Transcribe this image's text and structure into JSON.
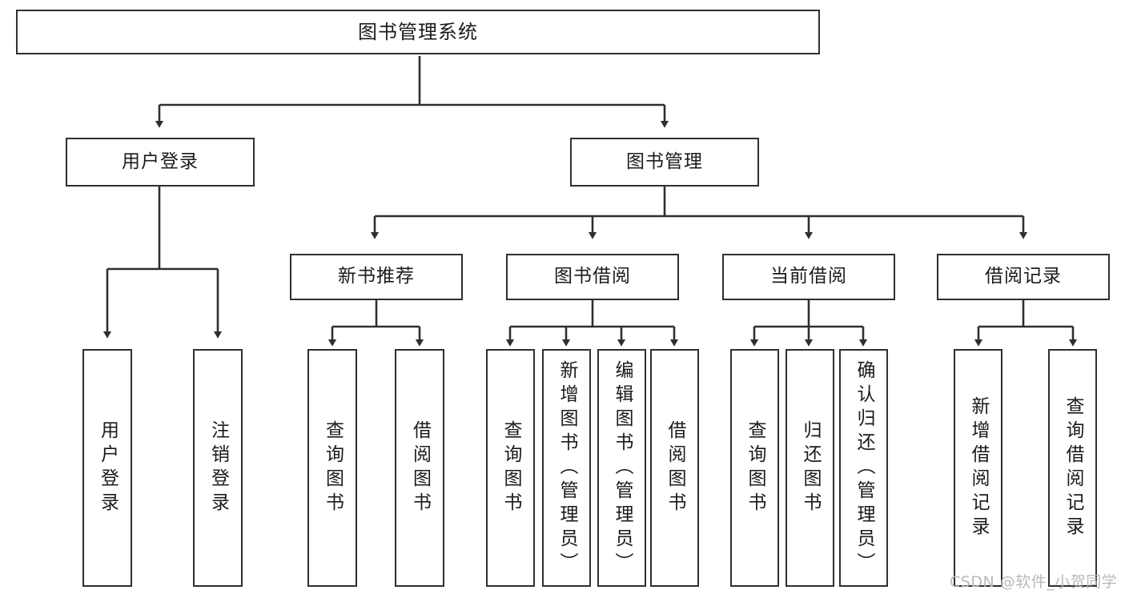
{
  "diagram": {
    "type": "tree-hierarchy",
    "title": "图书管理系统",
    "watermark": "CSDN @软件_小贺同学",
    "colors": {
      "stroke": "#2f2f2f",
      "fill": "#ffffff",
      "text": "#1b1b1b",
      "watermark": "#b9b9b9"
    },
    "levels": {
      "root": {
        "label": "图书管理系统"
      },
      "level2": [
        {
          "label": "用户登录"
        },
        {
          "label": "图书管理"
        }
      ],
      "level3": [
        {
          "label": "新书推荐"
        },
        {
          "label": "图书借阅"
        },
        {
          "label": "当前借阅"
        },
        {
          "label": "借阅记录"
        }
      ]
    },
    "leaves": {
      "user_login": [
        {
          "label": "用户登录"
        },
        {
          "label": "注销登录"
        }
      ],
      "new_book_recommend": [
        {
          "label": "查询图书"
        },
        {
          "label": "借阅图书"
        }
      ],
      "book_borrow": [
        {
          "label": "查询图书"
        },
        {
          "label": "新增图书（管理员）"
        },
        {
          "label": "编辑图书（管理员）"
        },
        {
          "label": "借阅图书"
        }
      ],
      "current_borrow": [
        {
          "label": "查询图书"
        },
        {
          "label": "归还图书"
        },
        {
          "label": "确认归还（管理员）"
        }
      ],
      "borrow_record": [
        {
          "label": "新增借阅记录"
        },
        {
          "label": "查询借阅记录"
        }
      ]
    }
  }
}
